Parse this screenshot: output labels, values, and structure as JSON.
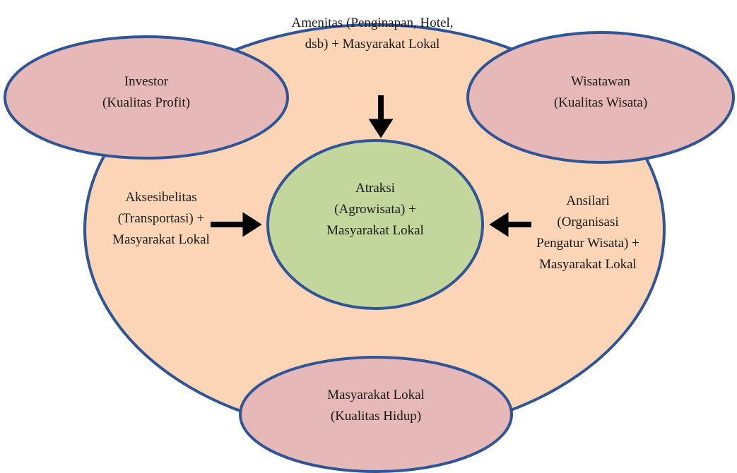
{
  "diagram": {
    "outer": {
      "top_text": [
        "Amenitas (Penginapan, Hotel,",
        "dsb) + Masyarakat Lokal"
      ],
      "left_text": [
        "Aksesibelitas",
        "(Transportasi) +",
        "Masyarakat Lokal"
      ],
      "right_text": [
        "Ansilari",
        "(Organisasi",
        "Pengatur Wisata) +",
        "Masyarakat Lokal"
      ]
    },
    "center": {
      "text": [
        "Atraksi",
        "(Agrowisata) +",
        "Masyarakat Lokal"
      ]
    },
    "investor": {
      "text": [
        "Investor",
        "(Kualitas Profit)"
      ]
    },
    "wisatawan": {
      "text": [
        "Wisatawan",
        "(Kualitas Wisata)"
      ]
    },
    "masyarakat": {
      "text": [
        "Masyarakat Lokal",
        "(Kualitas Hidup)"
      ]
    },
    "colors": {
      "outer_fill": "#fbd5b5",
      "pink_fill": "#e6b9b8",
      "center_fill": "#c3d69b",
      "outline": "#2f5597",
      "arrow": "#000000"
    }
  }
}
